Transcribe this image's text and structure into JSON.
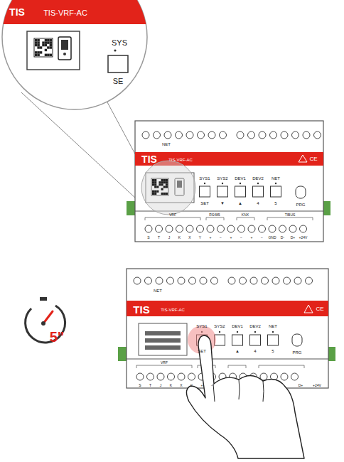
{
  "diagram": {
    "labels": [
      "TIS",
      "TIS-VRF-AC",
      "SYS",
      "SE",
      "NET",
      "TIS",
      "TIS-VRF-AC",
      "CE",
      "SYS1",
      "SYS2",
      "DEV1",
      "DEV2",
      "NET",
      "SET",
      "▼",
      "▲",
      "4",
      "5",
      "PRG",
      "VRF",
      "RS485",
      "KNX",
      "TIBUS",
      "S",
      "T",
      "J",
      "K",
      "X",
      "Y",
      "+",
      "−",
      "+",
      "−",
      "+",
      "−",
      "GND",
      "D-",
      "D+",
      "+24V",
      "NET",
      "TIS",
      "TIS-VRF-AC",
      "CE",
      "SYS1",
      "SYS2",
      "DEV1",
      "DEV2",
      "NET",
      "SET",
      "▲",
      "4",
      "5",
      "PRG",
      "VRF",
      "S",
      "T",
      "J",
      "K",
      "X",
      "Y",
      "+",
      "−",
      "D+",
      "+24V",
      "5\""
    ]
  }
}
